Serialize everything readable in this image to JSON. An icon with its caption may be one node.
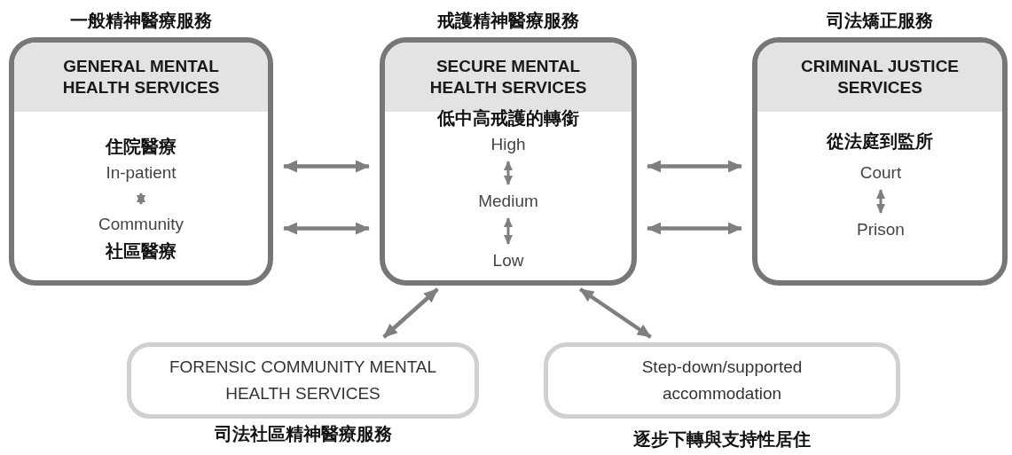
{
  "diagram": {
    "nodes": [
      {
        "text": [
          "GENERAL MENTAL HEALTH SERVICES"
        ],
        "beside": [
          "一般精神醫療服務"
        ]
      },
      {
        "text": [
          "住院醫療",
          "In-patient"
        ],
        "in": 0
      },
      {
        "text": [
          "Community",
          "社區醫療"
        ],
        "in": 0
      },
      {
        "text": [
          "SECURE MENTAL HEALTH SERVICES",
          "低中高戒護的轉銜"
        ],
        "beside": [
          "戒護精神醫療服務"
        ]
      },
      {
        "text": [
          "High"
        ],
        "in": 3
      },
      {
        "text": [
          "Medium"
        ],
        "in": 3
      },
      {
        "text": [
          "Low"
        ],
        "in": 3
      },
      {
        "text": [
          "CRIMINAL JUSTICE SERVICES",
          "從法庭到監所"
        ],
        "beside": [
          "司法矯正服務"
        ]
      },
      {
        "text": [
          "Court"
        ],
        "in": 7
      },
      {
        "text": [
          "Prison"
        ],
        "in": 7
      },
      {
        "text": [
          "FORENSIC COMMUNITY MENTAL HEALTH SERVICES"
        ],
        "beside": [
          "司法社區精神醫療服務"
        ]
      },
      {
        "text": [
          "Step-down/supported accommodation"
        ],
        "beside": [
          "逐步下轉與支持性居住"
        ]
      }
    ],
    "edges": [
      {
        "from": 1,
        "to": 2,
        "arrow": "both"
      },
      {
        "from": 4,
        "to": 5,
        "arrow": "both"
      },
      {
        "from": 5,
        "to": 6,
        "arrow": "both"
      },
      {
        "from": 8,
        "to": 9,
        "arrow": "both"
      },
      {
        "from": 0,
        "to": 3,
        "arrow": "both"
      },
      {
        "from": 0,
        "to": 3,
        "arrow": "both"
      },
      {
        "from": 3,
        "to": 7,
        "arrow": "both"
      },
      {
        "from": 3,
        "to": 7,
        "arrow": "both"
      },
      {
        "from": 3,
        "to": 10,
        "arrow": "both"
      },
      {
        "from": 3,
        "to": 11,
        "arrow": "both"
      }
    ]
  }
}
